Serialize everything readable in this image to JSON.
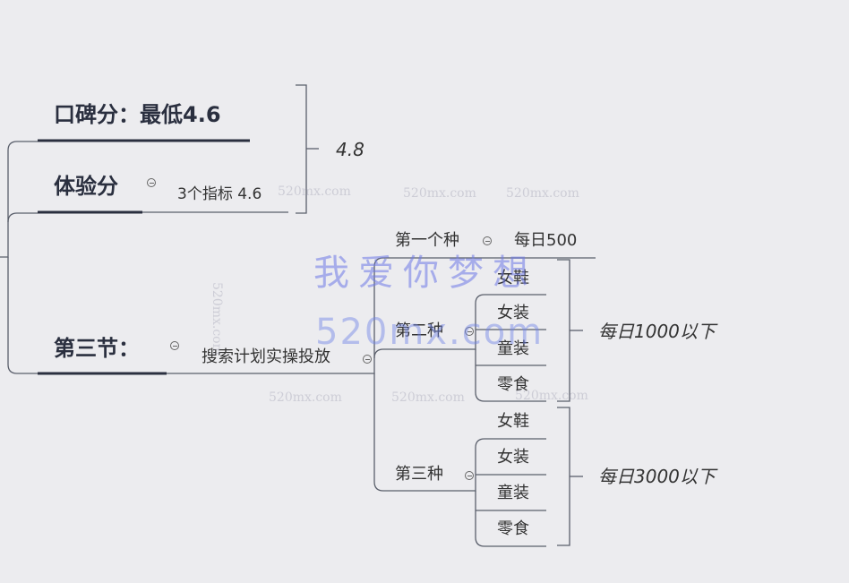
{
  "mindmap": {
    "node_reputation": "口碑分：最低4.6",
    "node_experience": "体验分",
    "note_experience": "3个指标 4.6",
    "bracket_top_label": "4.8",
    "node_section3": "第三节：",
    "node_search_plan": "搜索计划实操投放",
    "type1": {
      "label": "第一个种",
      "value": "每日500"
    },
    "type2": {
      "label": "第二种",
      "items": [
        "女鞋",
        "女装",
        "童装",
        "零食"
      ],
      "bracket_label": "每日1000以下"
    },
    "type3": {
      "label": "第三种",
      "items": [
        "女鞋",
        "女装",
        "童装",
        "零食"
      ],
      "bracket_label": "每日3000以下"
    }
  },
  "watermark": {
    "cn": "我爱你梦想",
    "en": "520mx.com",
    "small": "520mx.com"
  },
  "colors": {
    "background": "#ececef",
    "line": "#555a66",
    "underline": "#2a2f3f",
    "watermark": "#6e78e6"
  }
}
